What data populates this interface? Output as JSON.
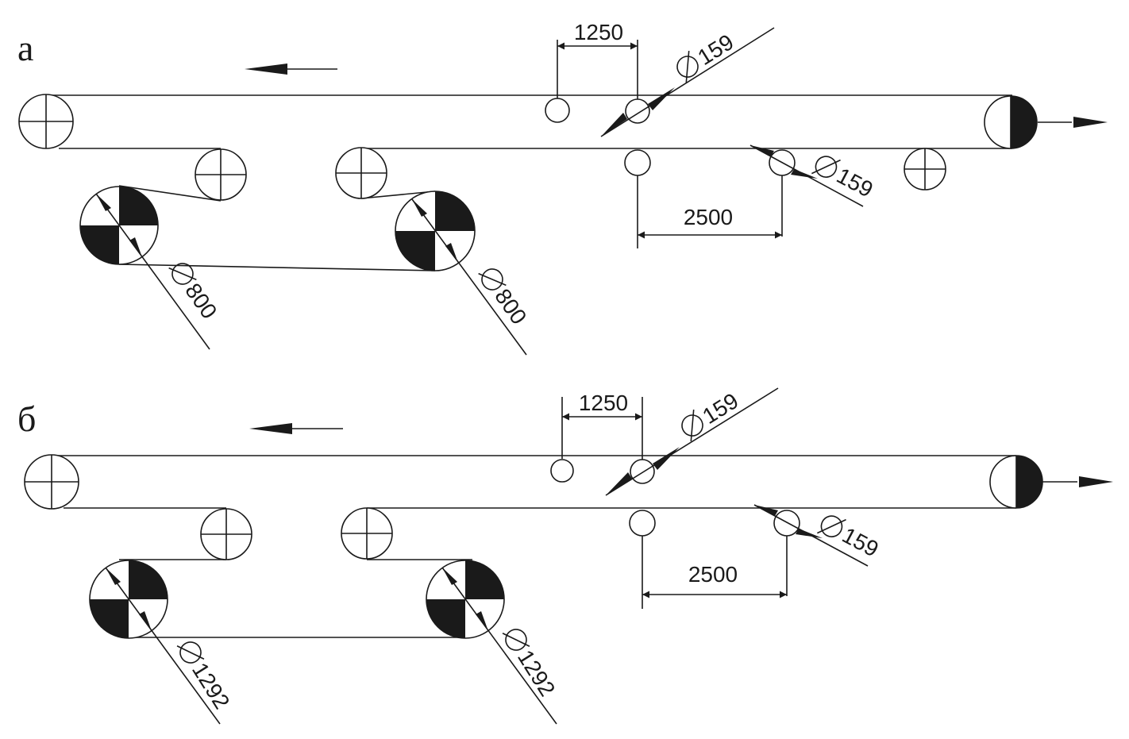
{
  "scheme_a": {
    "label": "а",
    "dim_spacing_top": "1250",
    "dim_spacing_bottom": "2500",
    "dim_idler_top": "159",
    "dim_idler_bottom": "159",
    "dim_drive_1": "800",
    "dim_drive_2": "800",
    "diameter_symbol": "∅"
  },
  "scheme_b": {
    "label": "б",
    "dim_spacing_top": "1250",
    "dim_spacing_bottom": "2500",
    "dim_idler_top": "159",
    "dim_idler_bottom": "159",
    "dim_drive_1": "1292",
    "dim_drive_2": "1292",
    "diameter_symbol": "∅"
  }
}
